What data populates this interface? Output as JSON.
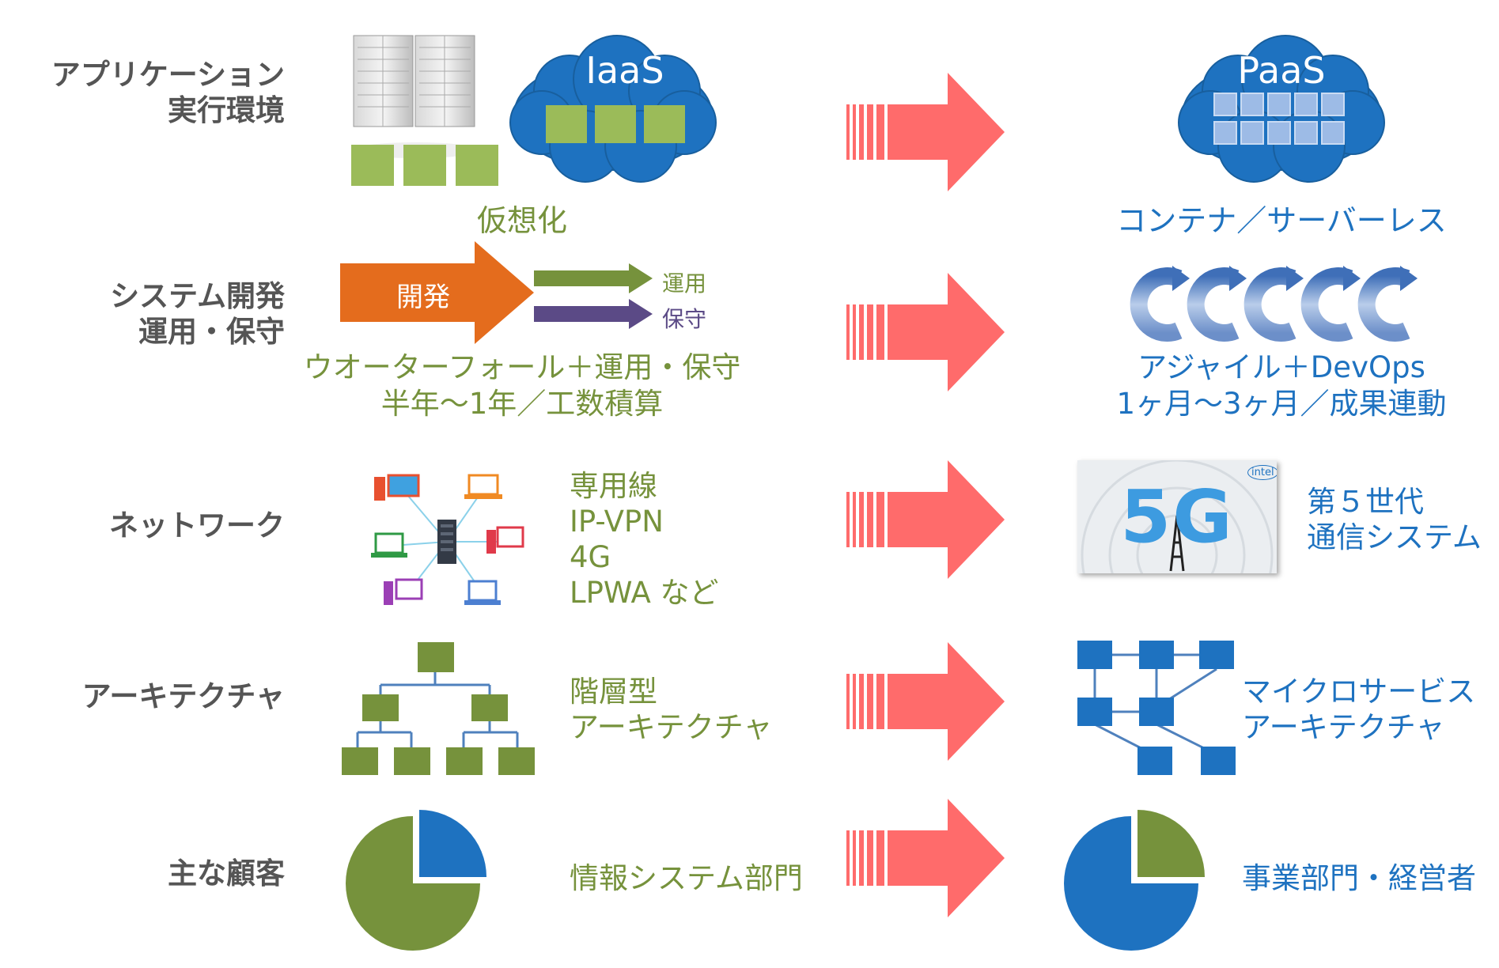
{
  "rows": [
    {
      "label": [
        "アプリケーション",
        "実行環境"
      ],
      "left": {
        "caption": "仮想化",
        "cloud_label": "IaaS"
      },
      "right": {
        "caption": "コンテナ／サーバーレス",
        "cloud_label": "PaaS"
      }
    },
    {
      "label": [
        "システム開発",
        "運用・保守"
      ],
      "left": {
        "arrow_label": "開発",
        "small_labels": [
          "運用",
          "保守"
        ],
        "caption": [
          "ウオーターフォール＋運用・保守",
          "半年～1年／工数積算"
        ]
      },
      "right": {
        "caption": [
          "アジャイル＋DevOps",
          "1ヶ月～3ヶ月／成果連動"
        ]
      }
    },
    {
      "label": [
        "ネットワーク"
      ],
      "left": {
        "items": [
          "専用線",
          "IP-VPN",
          "4G",
          "LPWA など"
        ]
      },
      "right": {
        "badge": "5G",
        "brand": "intel",
        "caption": [
          "第５世代",
          "通信システム"
        ]
      }
    },
    {
      "label": [
        "アーキテクチャ"
      ],
      "left": {
        "caption": [
          "階層型",
          "アーキテクチャ"
        ]
      },
      "right": {
        "caption": [
          "マイクロサービス",
          "アーキテクチャ"
        ]
      }
    },
    {
      "label": [
        "主な顧客"
      ],
      "left": {
        "caption": "情報システム部門"
      },
      "right": {
        "caption": "事業部門・経営者"
      }
    }
  ],
  "colors": {
    "label": "#555555",
    "green": "#76923c",
    "blue": "#1e72c0",
    "arrow": "#ff6b6b",
    "orange": "#e46c1d",
    "purple": "#5b4a86"
  }
}
